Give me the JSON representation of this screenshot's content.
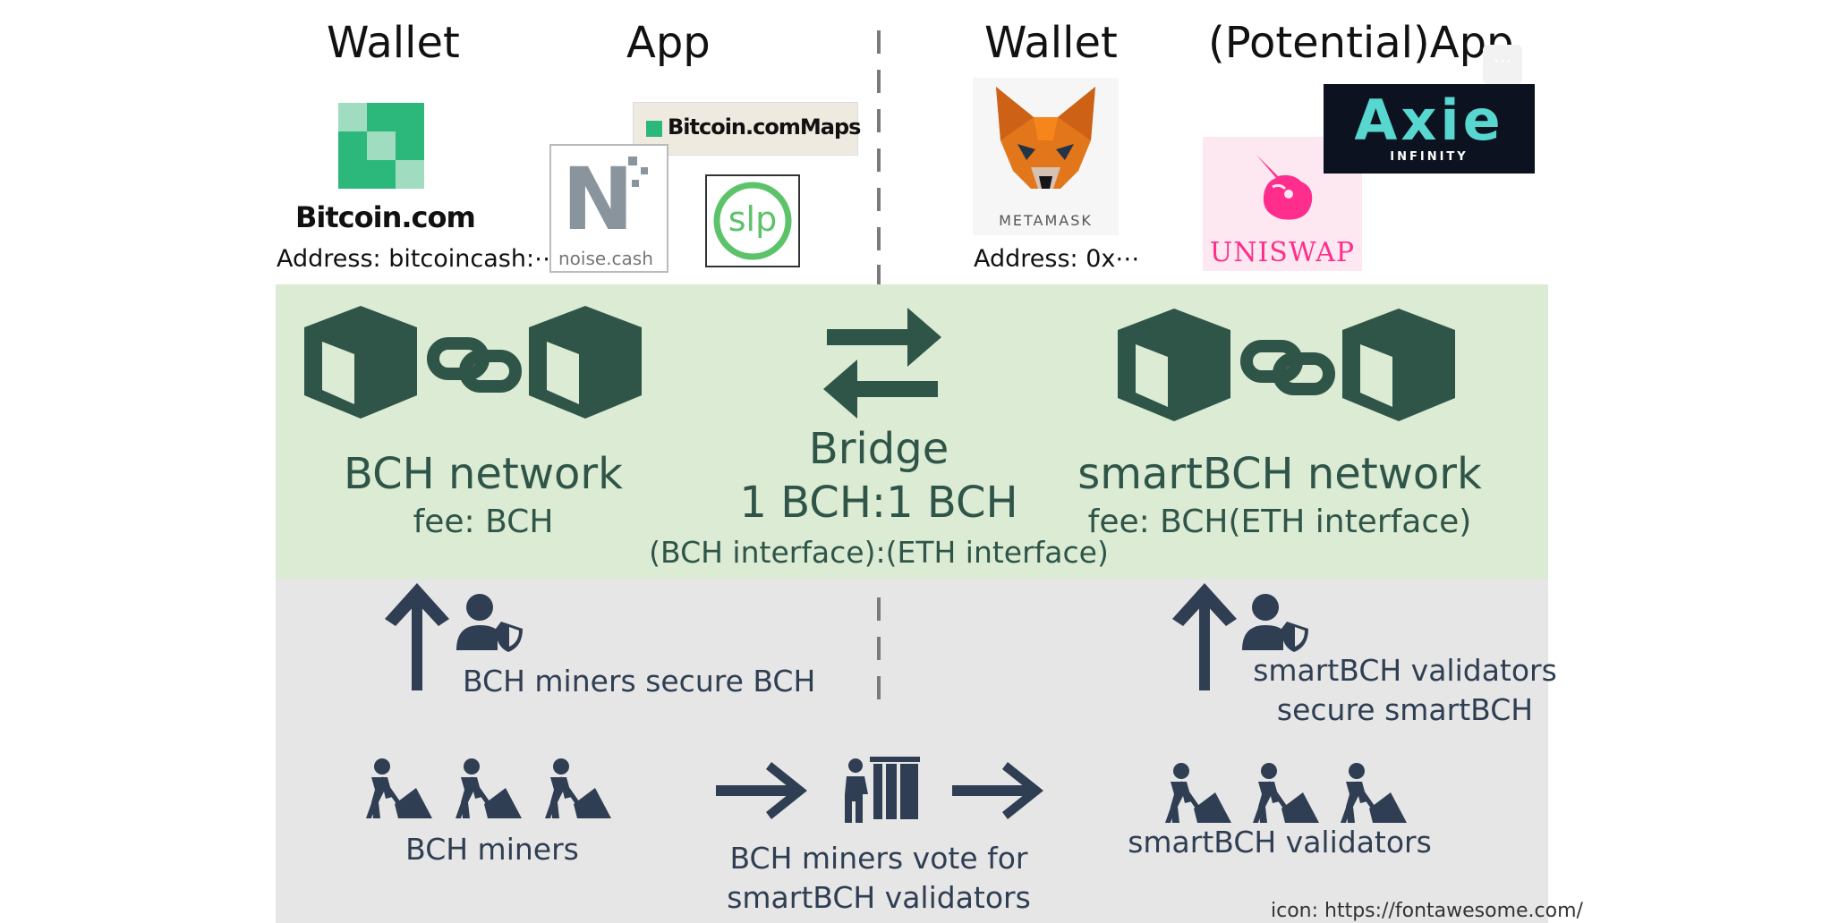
{
  "header": {
    "left_wallet": "Wallet",
    "left_app": "App",
    "right_wallet": "Wallet",
    "right_app": "(Potential)App"
  },
  "logos": {
    "bitcoin_com": "Bitcoin.com",
    "bitcoin_com_maps": "Bitcoin.comMaps",
    "noise_cash": "noise.cash",
    "slp": "slp",
    "metamask": "METAMASK",
    "axie": "Axie",
    "axie_sub": "INFINITY",
    "uniswap": "UNISWAP"
  },
  "addresses": {
    "bch": "Address: bitcoincash:⋯",
    "smartbch": "Address: 0x⋯"
  },
  "networks": {
    "bch": {
      "title": "BCH network",
      "fee": "fee: BCH"
    },
    "bridge": {
      "title": "Bridge",
      "ratio": "1 BCH:1 BCH",
      "interfaces": "(BCH interface):(ETH interface)"
    },
    "smartbch": {
      "title": "smartBCH network",
      "fee": "fee: BCH(ETH interface)"
    }
  },
  "security": {
    "bch": "BCH miners secure BCH",
    "smartbch_line1": "smartBCH validators",
    "smartbch_line2": "secure smartBCH"
  },
  "actors": {
    "miners": "BCH miners",
    "vote_line1": "BCH miners vote for",
    "vote_line2": "smartBCH validators",
    "validators": "smartBCH validators"
  },
  "credit": "icon: https://fontawesome.com/",
  "more_button": "···",
  "colors": {
    "green_band": "#dcebd3",
    "gray_band": "#e6e6e6",
    "dark_green": "#2f5549",
    "slate": "#2f3e52"
  }
}
